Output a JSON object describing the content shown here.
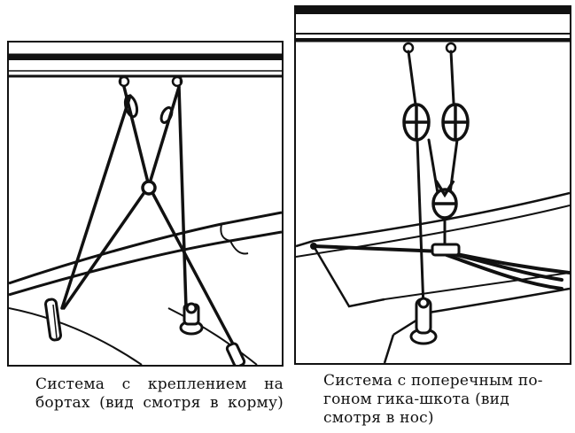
{
  "figures": [
    {
      "caption_lines": [
        "Система с креплением на",
        "бортах (вид смотря в корму)"
      ]
    },
    {
      "caption_lines": [
        "Система с поперечным по-",
        "гоном гика-шкота (вид",
        "смотря в нос)"
      ]
    }
  ],
  "colors": {
    "ink": "#111111",
    "paper": "#ffffff"
  }
}
